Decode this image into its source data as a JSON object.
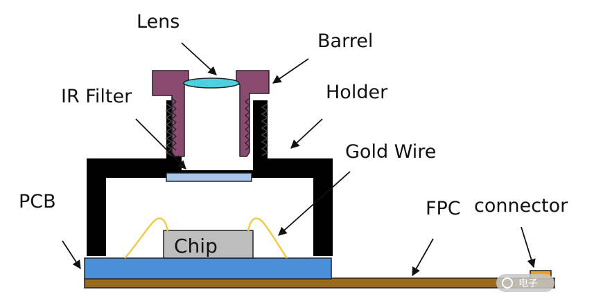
{
  "labels": {
    "lens": "Lens",
    "barrel": "Barrel",
    "ir_filter": "IR Filter",
    "holder": "Holder",
    "gold_wire": "Gold Wire",
    "pcb": "PCB",
    "fpc": "FPC",
    "connector": "connector",
    "chip": "Chip"
  },
  "watermark": "电子",
  "colors": {
    "barrel": "#8b4a70",
    "holder": "#000000",
    "lens": "#4fd0e0",
    "ir_filter": "#a9c6ea",
    "chip": "#bdbdbd",
    "pcb": "#4a90d9",
    "fpc": "#9a6a1e",
    "gold_wire": "#f2c94c",
    "connector": "#f0a020",
    "arrow": "#111111"
  }
}
